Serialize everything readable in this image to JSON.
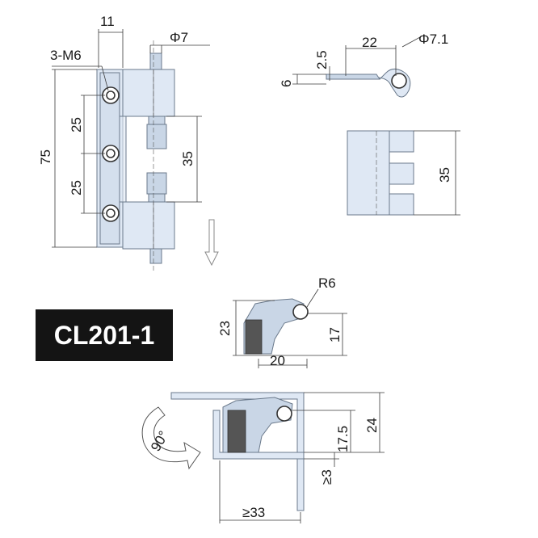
{
  "model": "CL201-1",
  "dimensions": {
    "top_view": {
      "width": "11",
      "pin_diameter": "Φ7",
      "thread": "3-M6",
      "total_height": "75",
      "hole_spacing_upper": "25",
      "hole_spacing_lower": "25",
      "pin_span": "35"
    },
    "side_profile": {
      "thickness": "2.5",
      "flat_length": "22",
      "eye_diameter": "Φ7.1",
      "offset": "6"
    },
    "front_view": {
      "height": "35"
    },
    "bracket_view": {
      "radius": "R6",
      "overall_height": "23",
      "eye_height": "17",
      "base_width": "20"
    },
    "installed_view": {
      "rotation": "90°",
      "eye_height": "17.5",
      "overall_height": "24",
      "min_gap": "≥3",
      "min_length": "≥33"
    }
  }
}
